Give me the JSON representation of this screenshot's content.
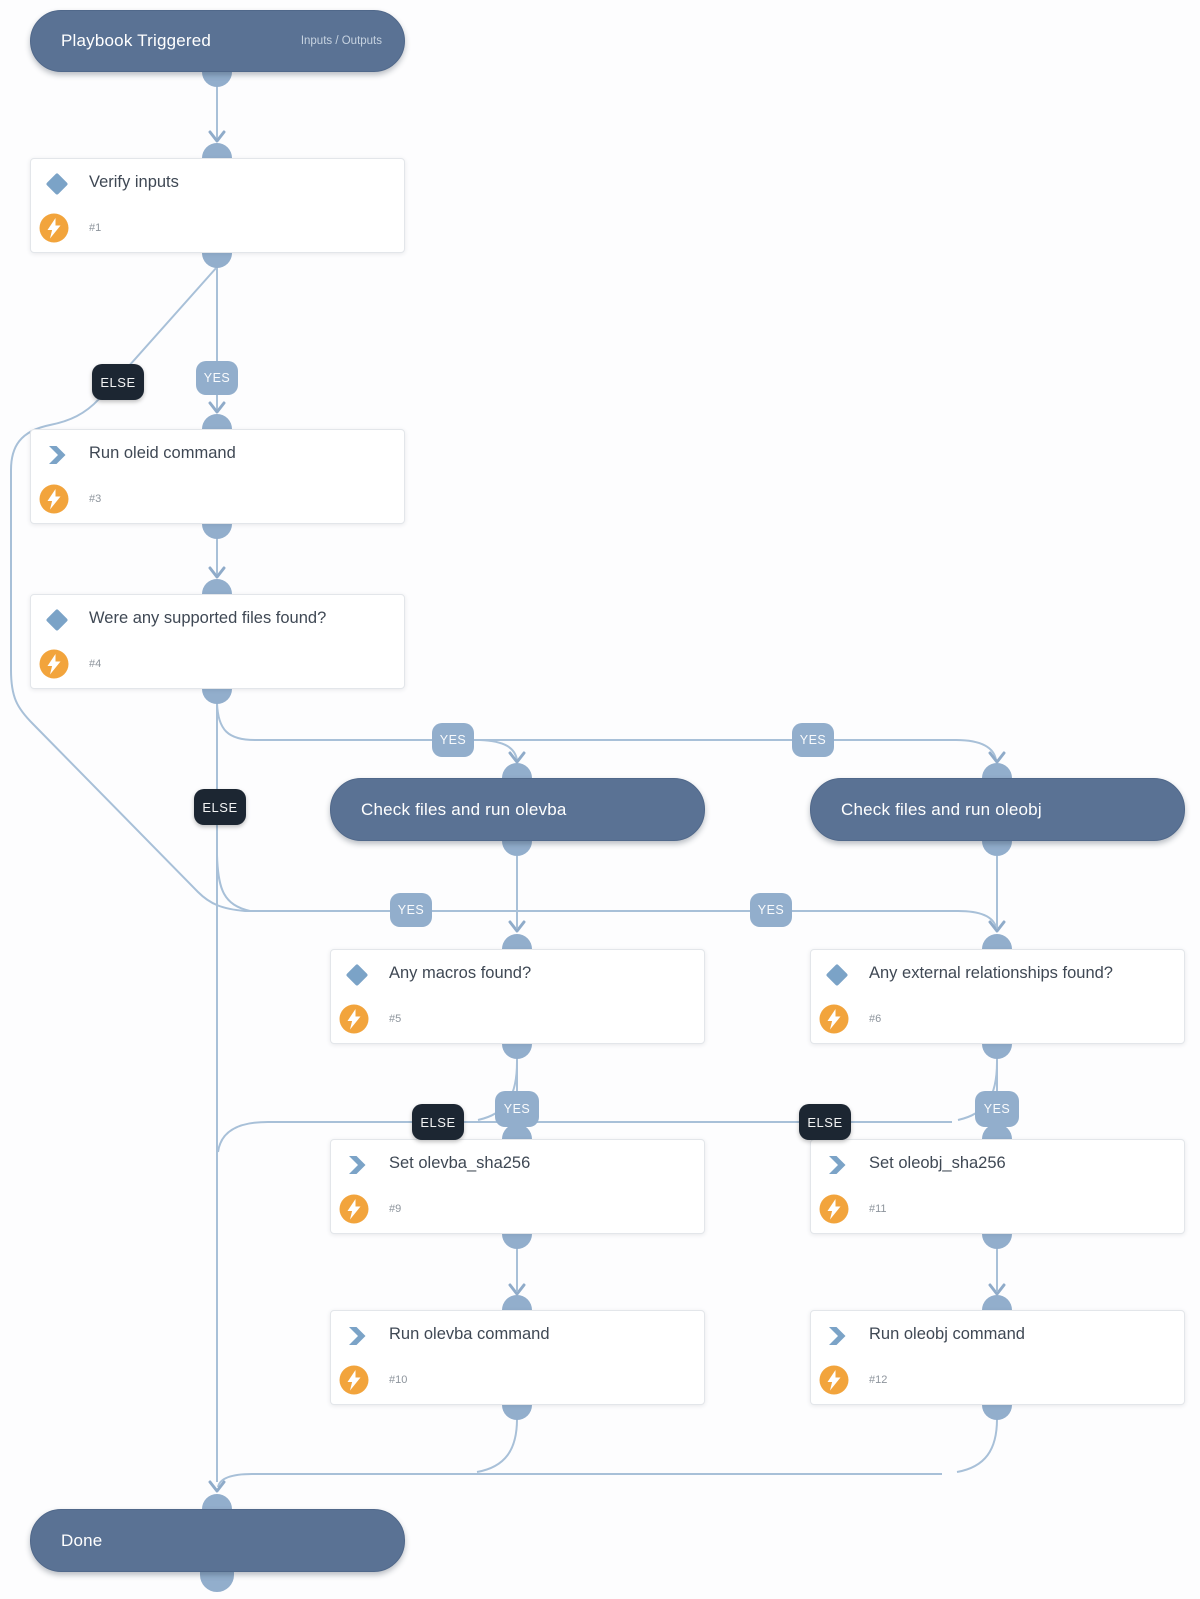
{
  "labels": {
    "yes": "YES",
    "else": "ELSE"
  },
  "pills": {
    "trigger": {
      "label": "Playbook Triggered",
      "meta": "Inputs / Outputs"
    },
    "olevba": {
      "label": "Check files and run olevba"
    },
    "oleobj": {
      "label": "Check files and run oleobj"
    },
    "done": {
      "label": "Done"
    }
  },
  "blocks": [
    {
      "id": "verify-inputs",
      "title": "Verify inputs",
      "number": "#1",
      "type": "decision"
    },
    {
      "id": "run-oleid-command",
      "title": "Run oleid command",
      "number": "#3",
      "type": "action"
    },
    {
      "id": "supported-files-found",
      "title": "Were any supported files found?",
      "number": "#4",
      "type": "decision"
    },
    {
      "id": "any-macros-found",
      "title": "Any macros found?",
      "number": "#5",
      "type": "decision"
    },
    {
      "id": "any-external-rel-found",
      "title": "Any external relationships found?",
      "number": "#6",
      "type": "decision"
    },
    {
      "id": "set-olevba-sha256",
      "title": "Set olevba_sha256",
      "number": "#9",
      "type": "action"
    },
    {
      "id": "set-oleobj-sha256",
      "title": "Set oleobj_sha256",
      "number": "#11",
      "type": "action"
    },
    {
      "id": "run-olevba-command",
      "title": "Run olevba command",
      "number": "#10",
      "type": "action"
    },
    {
      "id": "run-oleobj-command",
      "title": "Run oleobj command",
      "number": "#12",
      "type": "action"
    }
  ],
  "colors": {
    "pill_fill": "#5a7294",
    "connector": "#92aecc",
    "edge_line": "#a8c0d8",
    "else_badge": "#1c2632",
    "bolt_circle": "#f2a43c",
    "block_icon": "#7ba3c7"
  }
}
